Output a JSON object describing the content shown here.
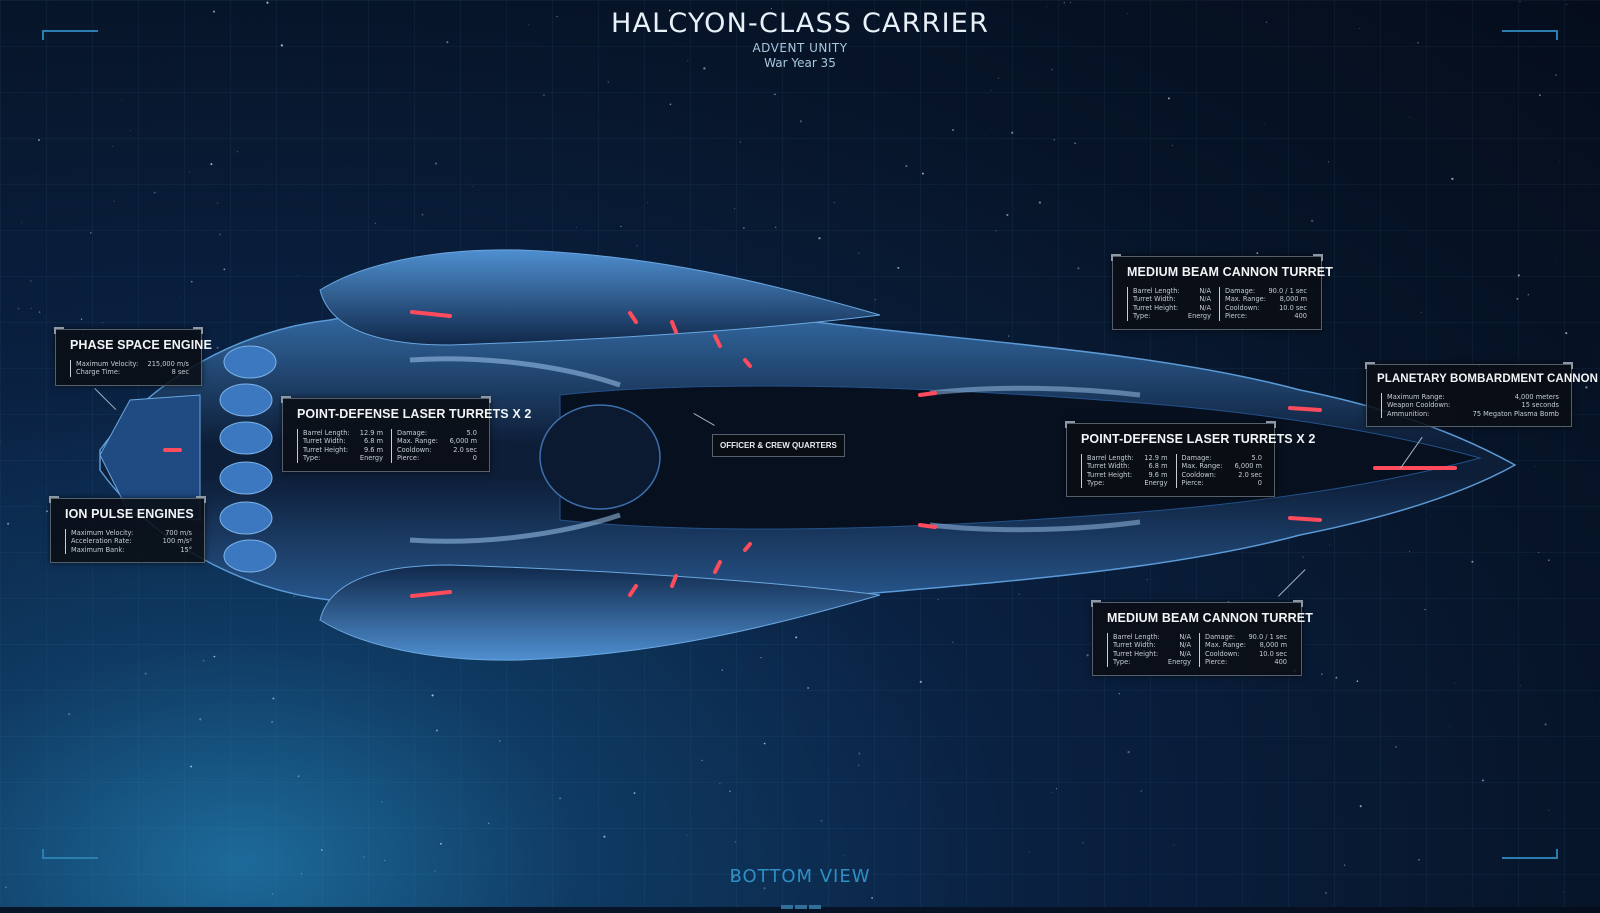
{
  "header": {
    "title": "HALCYON-CLASS CARRIER",
    "faction": "ADVENT UNITY",
    "year": "War Year 35"
  },
  "footer": {
    "view": "BOTTOM VIEW"
  },
  "colors": {
    "accent": "#2f8fc4",
    "glow": "#ff4b5c",
    "hull": "#1b3d6b"
  },
  "callouts": {
    "phase_space_engine": {
      "title": "PHASE SPACE ENGINE",
      "rows": [
        {
          "k": "Maximum Velocity:",
          "v": "215,000 m/s"
        },
        {
          "k": "Charge Time:",
          "v": "8 sec"
        }
      ]
    },
    "ion_pulse_engines": {
      "title": "ION PULSE ENGINES",
      "rows": [
        {
          "k": "Maximum Velocity:",
          "v": "700 m/s"
        },
        {
          "k": "Acceleration Rate:",
          "v": "100 m/s²"
        },
        {
          "k": "Maximum Bank:",
          "v": "15°"
        }
      ]
    },
    "pd_laser_left": {
      "title": "POINT-DEFENSE LASER TURRETS x 2",
      "left": [
        {
          "k": "Barrel Length:",
          "v": "12.9 m"
        },
        {
          "k": "Turret Width:",
          "v": "6.8 m"
        },
        {
          "k": "Turret Height:",
          "v": "9.6 m"
        },
        {
          "k": "Type:",
          "v": "Energy"
        }
      ],
      "right": [
        {
          "k": "Damage:",
          "v": "5.0"
        },
        {
          "k": "Max. Range:",
          "v": "6,000 m"
        },
        {
          "k": "Cooldown:",
          "v": "2.0 sec"
        },
        {
          "k": "Pierce:",
          "v": "0"
        }
      ]
    },
    "officer_quarters": {
      "title": "OFFICER & CREW QUARTERS"
    },
    "beam_cannon_top": {
      "title": "MEDIUM BEAM CANNON TURRET",
      "left": [
        {
          "k": "Barrel Length:",
          "v": "N/A"
        },
        {
          "k": "Turret Width:",
          "v": "N/A"
        },
        {
          "k": "Turret Height:",
          "v": "N/A"
        },
        {
          "k": "Type:",
          "v": "Energy"
        }
      ],
      "right": [
        {
          "k": "Damage:",
          "v": "90.0 / 1 sec"
        },
        {
          "k": "Max. Range:",
          "v": "8,000 m"
        },
        {
          "k": "Cooldown:",
          "v": "10.0 sec"
        },
        {
          "k": "Pierce:",
          "v": "400"
        }
      ]
    },
    "bombardment_cannon": {
      "title": "PLANETARY BOMBARDMENT CANNON",
      "rows": [
        {
          "k": "Maximum Range:",
          "v": "4,000 meters"
        },
        {
          "k": "Weapon Cooldown:",
          "v": "15 seconds"
        },
        {
          "k": "Ammunition:",
          "v": "75 Megaton Plasma Bomb"
        }
      ]
    },
    "pd_laser_right": {
      "title": "POINT-DEFENSE LASER TURRETS x 2",
      "left": [
        {
          "k": "Barrel Length:",
          "v": "12.9 m"
        },
        {
          "k": "Turret Width:",
          "v": "6.8 m"
        },
        {
          "k": "Turret Height:",
          "v": "9.6 m"
        },
        {
          "k": "Type:",
          "v": "Energy"
        }
      ],
      "right": [
        {
          "k": "Damage:",
          "v": "5.0"
        },
        {
          "k": "Max. Range:",
          "v": "6,000 m"
        },
        {
          "k": "Cooldown:",
          "v": "2.0 sec"
        },
        {
          "k": "Pierce:",
          "v": "0"
        }
      ]
    },
    "beam_cannon_bottom": {
      "title": "MEDIUM BEAM CANNON TURRET",
      "left": [
        {
          "k": "Barrel Length:",
          "v": "N/A"
        },
        {
          "k": "Turret Width:",
          "v": "N/A"
        },
        {
          "k": "Turret Height:",
          "v": "N/A"
        },
        {
          "k": "Type:",
          "v": "Energy"
        }
      ],
      "right": [
        {
          "k": "Damage:",
          "v": "90.0 / 1 sec"
        },
        {
          "k": "Max. Range:",
          "v": "8,000 m"
        },
        {
          "k": "Cooldown:",
          "v": "10.0 sec"
        },
        {
          "k": "Pierce:",
          "v": "400"
        }
      ]
    }
  }
}
